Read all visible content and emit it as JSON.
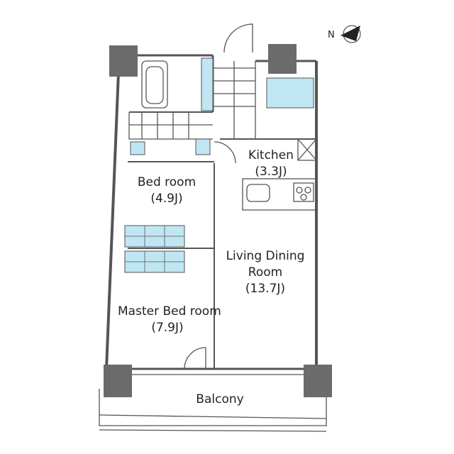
{
  "rooms": {
    "kitchen": {
      "name": "Kitchen",
      "size": "(3.3J)"
    },
    "bedroom": {
      "name": "Bed room",
      "size": "(4.9J)"
    },
    "living": {
      "line1": "Living Dining",
      "line2": "Room",
      "size": "(13.7J)"
    },
    "master": {
      "name": "Master Bed room",
      "size": "(7.9J)"
    },
    "balcony": {
      "name": "Balcony"
    }
  },
  "compass": {
    "letter": "N"
  },
  "colors": {
    "wall": "#555555",
    "pillar": "#6b6b6b",
    "fixture": "#bfe6f2",
    "line": "#555555"
  }
}
